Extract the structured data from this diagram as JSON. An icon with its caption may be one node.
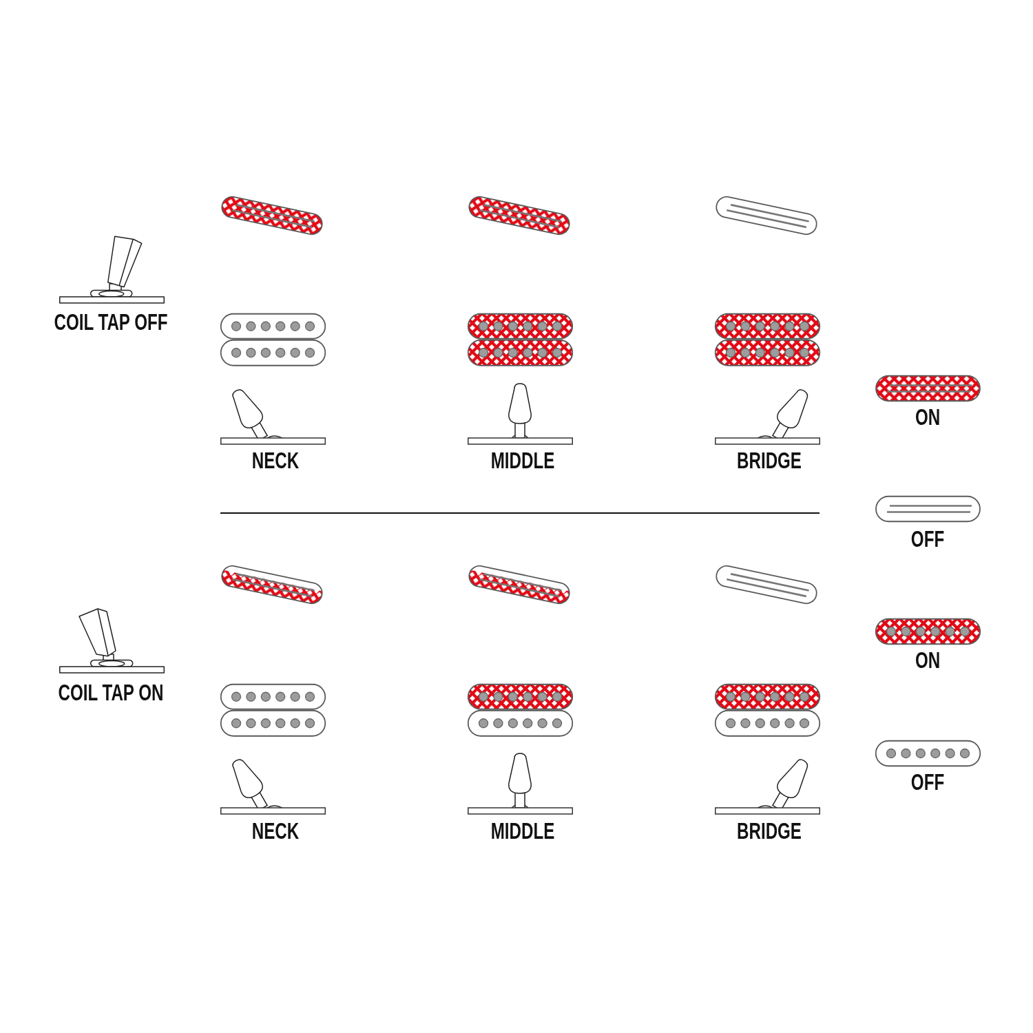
{
  "diagram": {
    "labels": [
      "COIL TAP OFF",
      "NECK",
      "MIDDLE",
      "BRIDGE",
      "COIL TAP ON",
      "NECK",
      "MIDDLE",
      "BRIDGE"
    ],
    "legend": [
      {
        "text": "ON"
      },
      {
        "text": "OFF"
      },
      {
        "text": "ON"
      },
      {
        "text": "OFF"
      }
    ]
  }
}
